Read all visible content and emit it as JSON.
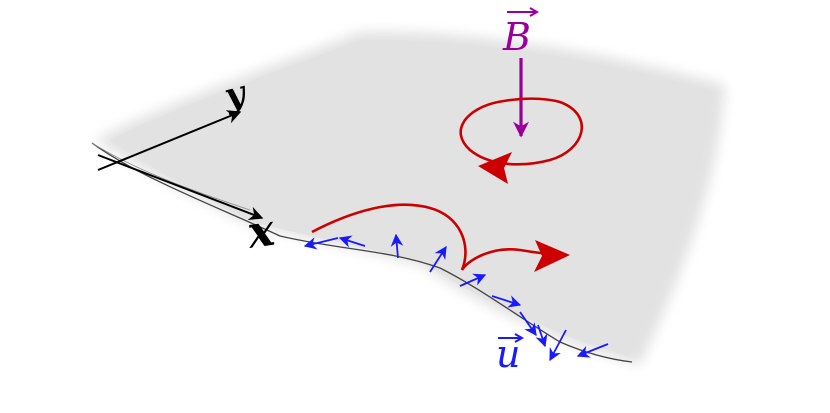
{
  "labels": {
    "x_axis": "x",
    "y_axis": "y",
    "magnetic_field": "B",
    "velocity": "u"
  },
  "colors": {
    "surface": "#e2e2e2",
    "axes": "#000000",
    "field": "#990099",
    "orbit": "#cc0000",
    "velocity": "#1a1aff",
    "edge": "#333333"
  }
}
